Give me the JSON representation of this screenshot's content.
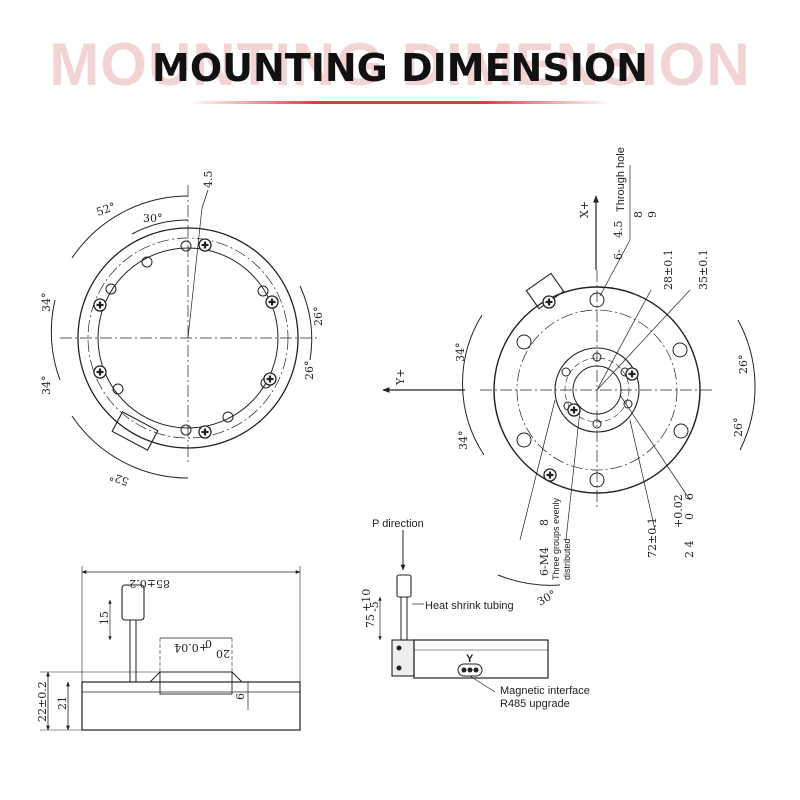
{
  "header": {
    "ghost_text": "MOUNTING DIMENSION",
    "title": "MOUNTING DIMENSION"
  },
  "colors": {
    "accent": "#d84040",
    "ghost": "#f2d4d4",
    "line": "#222222"
  },
  "left_view": {
    "angle_52_top": "52°",
    "angle_30": "30°",
    "dim_4_5": "4.5",
    "angle_34_top": "34°",
    "angle_34_bottom": "34°",
    "angle_26_top": "26°",
    "angle_26_bottom": "26°",
    "angle_52_bottom": "52°"
  },
  "right_view": {
    "axis_x": "X+",
    "axis_y": "Y+",
    "through_hole_a": "6-",
    "through_hole_b": "4.5",
    "through_hole_label": "Through hole",
    "through_hole_c": "8",
    "through_hole_d": "9",
    "dim_28": "28±0.1",
    "dim_35": "35±0.1",
    "angle_34_top": "34°",
    "angle_34_bottom": "34°",
    "angle_26_top": "26°",
    "angle_26_bottom": "26°",
    "thread_a": "6-M4",
    "thread_b": "8",
    "three_groups_1": "Three groups evenly",
    "three_groups_2": "distributed",
    "dim_72": "72±0.1",
    "dim_24_main": "2 4",
    "dim_24_tol_up": "+0.02",
    "dim_24_tol_low": "0",
    "dim_24_depth": "6",
    "angle_30": "30°"
  },
  "side_view": {
    "dim_85": "85±0.2",
    "dim_15": "15",
    "dim_20": "20",
    "dim_20_tol_up": "+0.04",
    "dim_20_tol_low": "0",
    "dim_6": "6",
    "dim_22": "22±0.2",
    "dim_21": "21"
  },
  "cable_view": {
    "p_direction": "P direction",
    "dim_75": "75",
    "dim_75_tol_up": "+10",
    "dim_75_tol_low": "-5",
    "heat_shrink": "Heat shrink tubing",
    "y_mark": "Y",
    "magnetic_1": "Magnetic interface",
    "magnetic_2": "R485 upgrade"
  }
}
